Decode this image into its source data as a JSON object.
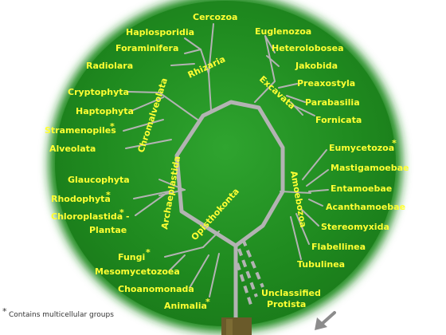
{
  "colors": {
    "canvas_bg": "#ffffff",
    "field": "#1f8a1f",
    "field_center": "#2ea02e",
    "label": "#ffff33",
    "branch": "#b3b3b3",
    "trunk_wood": "#6a5a2a",
    "arrow": "#8c8c8c"
  },
  "supergroups": {
    "rhizaria": "Rhizaria",
    "excavata": "Excavata",
    "chromalveolata": "Chromalveolata",
    "archaeplastida": "Archaeplastida",
    "amoebozoa": "Amoebozoa",
    "opisthokonta": "Opisthokonta"
  },
  "taxa": {
    "cercozoa": "Cercozoa",
    "haplosporidia": "Haplosporidia",
    "foraminifera": "Foraminifera",
    "radiolara": "Radiolara",
    "euglenozoa": "Euglenozoa",
    "heterolobosea": "Heterolobosea",
    "jakobida": "Jakobida",
    "preaxostyla": "Preaxostyla",
    "parabasilia": "Parabasilia",
    "fornicata": "Fornicata",
    "cryptophyta": "Cryptophyta",
    "haptophyta": "Haptophyta",
    "stramenopiles": "Stramenopiles",
    "alveolata": "Alveolata",
    "glaucophyta": "Glaucophyta",
    "rhodophyta": "Rhodophyta",
    "chloroplastida": "Chloroplastida -",
    "plantae": "Plantae",
    "eumycetozoa": "Eumycetozoa",
    "mastigamoebae": "Mastigamoebae",
    "entamoebae": "Entamoebae",
    "acanthamoebae": "Acanthamoebae",
    "stereomyxida": "Stereomyxida",
    "flabellinea": "Flabellinea",
    "tubulinea": "Tubulinea",
    "fungi": "Fungi",
    "mesomycetozoea": "Mesomycetozoea",
    "choanomonada": "Choanomonada",
    "animalia": "Animalia",
    "unclassified": "Unclassified",
    "protista": "Protista"
  },
  "star": "*",
  "footnote": "Contains multicellular groups"
}
